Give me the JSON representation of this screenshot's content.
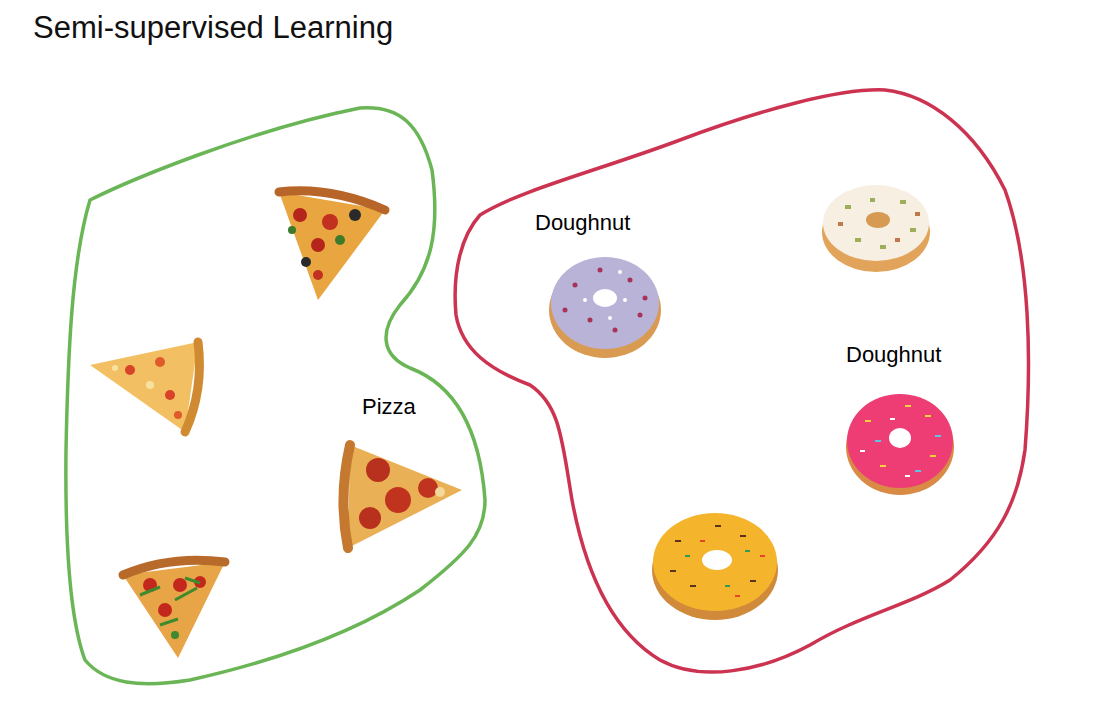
{
  "diagram": {
    "title": "Semi-supervised Learning",
    "nodes": [
      {
        "text": [
          "Pizza"
        ]
      },
      {
        "text": [
          "Doughnut",
          "Doughnut"
        ]
      }
    ]
  }
}
